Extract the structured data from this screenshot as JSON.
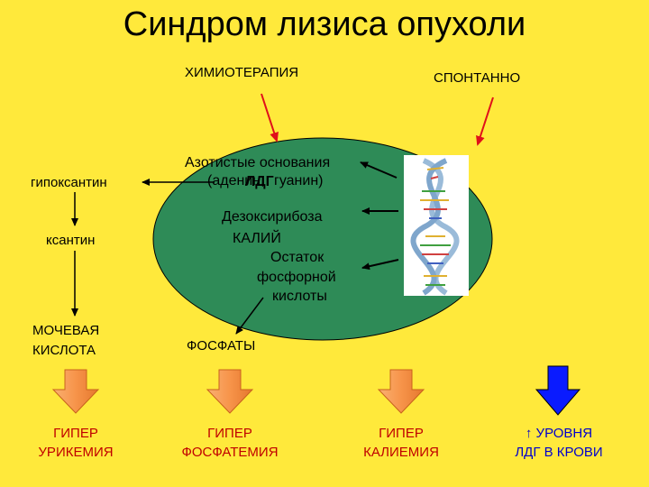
{
  "title": "Синдром лизиса опухоли",
  "causes": {
    "chemo": "ХИМИОТЕРАПИЯ",
    "spontaneous": "СПОНТАННО"
  },
  "cell": {
    "bases_line1": "Азотистые основания",
    "bases_line2_a": "(аденин,",
    "bases_line2_b": "гуанин)",
    "ldh_overlap": "ЛДГ",
    "deoxyribose": "Дезоксирибоза",
    "potassium": "КАЛИЙ",
    "phosphate_line1": "Остаток",
    "phosphate_line2": "фосфорной",
    "phosphate_line3": "кислоты"
  },
  "pathway": {
    "hypoxanthine": "гипоксантин",
    "xanthine": "ксантин",
    "uric_acid_line1": "МОЧЕВАЯ",
    "uric_acid_line2": "КИСЛОТА",
    "phosphates": "ФОСФАТЫ"
  },
  "outcomes": [
    {
      "line1": "ГИПЕР",
      "line2": "УРИКЕМИЯ"
    },
    {
      "line1": "ГИПЕР",
      "line2": "ФОСФАТЕМИЯ"
    },
    {
      "line1": "ГИПЕР",
      "line2": "КАЛИЕМИЯ"
    },
    {
      "line1": "↑ УРОВНЯ",
      "line2": "ЛДГ В КРОВИ"
    }
  ],
  "colors": {
    "background": "#FFE93B",
    "cell": "#2E8B57",
    "orange_arrow": "#F7944A",
    "blue_arrow": "#0A1BFF",
    "red_arrow": "#E0101A",
    "outcome_text": "#C00000",
    "ldh_text": "#0000CC"
  },
  "icons": [
    "dna-helix-icon"
  ]
}
